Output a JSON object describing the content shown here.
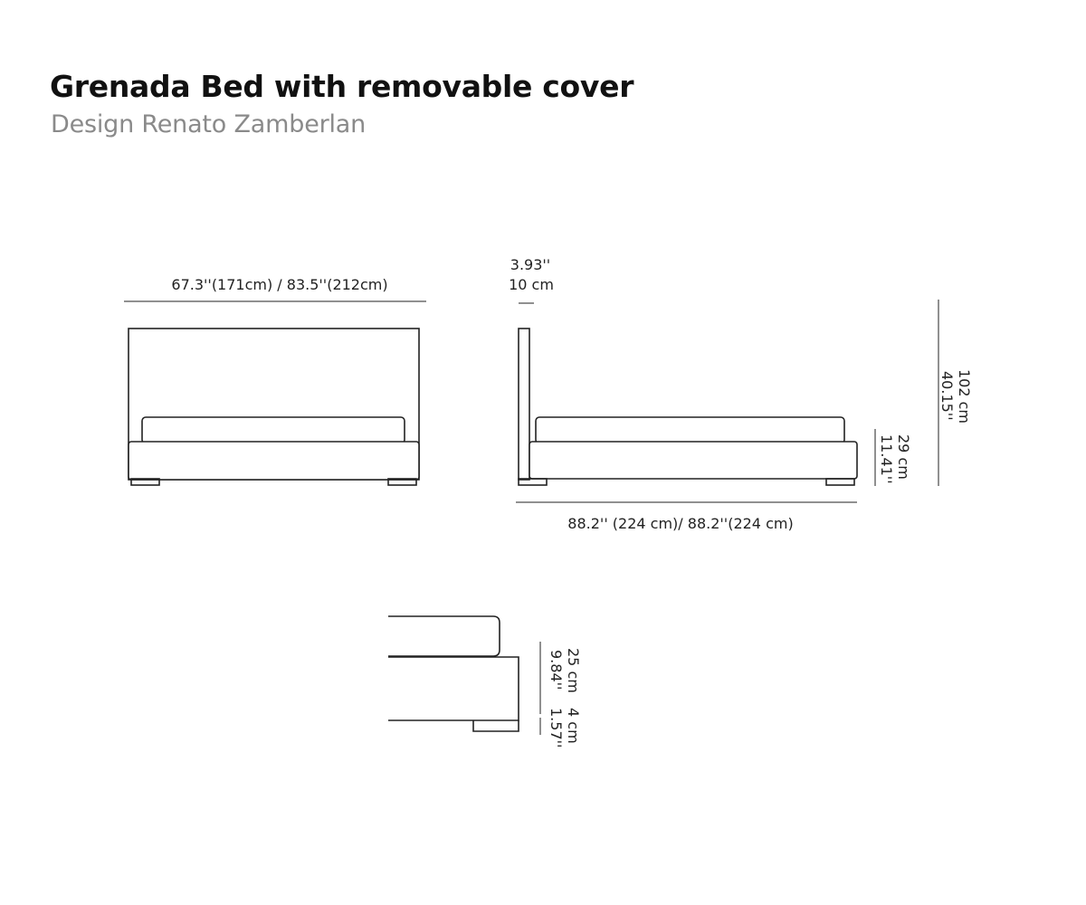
{
  "header": {
    "title": "Grenada Bed with removable cover",
    "subtitle": "Design Renato Zamberlan"
  },
  "front_view": {
    "width_label": "67.3''(171cm) / 83.5''(212cm)"
  },
  "side_view": {
    "headboard_thickness_in": "3.93''",
    "headboard_thickness_cm": "10 cm",
    "length_label": "88.2'' (224 cm)/ 88.2''(224 cm)",
    "height_cm": "102 cm",
    "height_in": "40.15''",
    "base_height_cm": "29 cm",
    "base_height_in": "11.41''"
  },
  "detail_view": {
    "base_cm": "25 cm",
    "base_in": "9.84''",
    "foot_cm": "4 cm",
    "foot_in": "1.57''"
  }
}
